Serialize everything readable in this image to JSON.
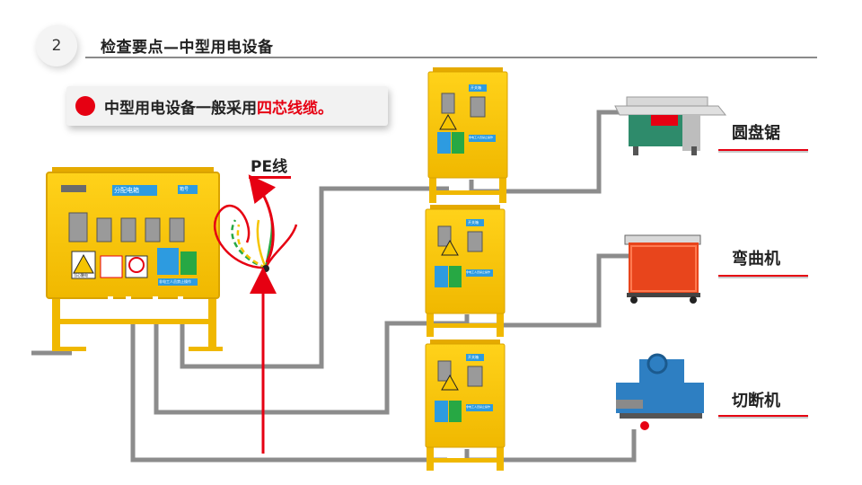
{
  "header": {
    "slide_number": "2",
    "title": "检查要点—中型用电设备"
  },
  "callout": {
    "text_prefix": "中型用电设备一般采用",
    "text_highlight": "四芯线缆。"
  },
  "pe_label": "PE线",
  "main_box": {
    "title": "分配电箱",
    "tag": "箱号",
    "warn_text": "当心触电",
    "notice_text": "非电工人员禁止操作"
  },
  "sub_box": {
    "tag": "开关箱",
    "notice_text": "非电工人员禁止操作"
  },
  "equipment": [
    {
      "label": "圆盘锯"
    },
    {
      "label": "弯曲机"
    },
    {
      "label": "切断机"
    }
  ],
  "colors": {
    "accent": "#e60012",
    "box_yellow": "#f5c400",
    "cable_gray": "#8c8c8c"
  }
}
